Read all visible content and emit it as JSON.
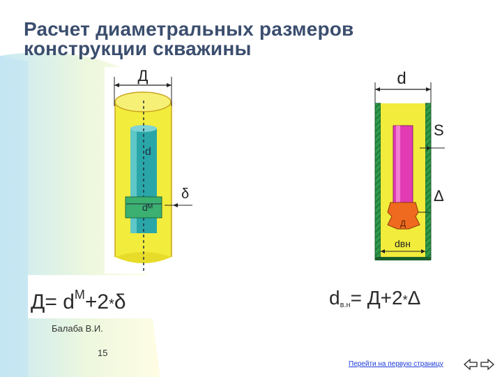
{
  "slide": {
    "title_line1": "Расчет диаметральных размеров",
    "title_line2": "конструкции скважины",
    "author": "Балаба В.И.",
    "page_number": "15",
    "nav_link": "Перейти на первую страницу"
  },
  "left_diagram": {
    "top_dimension": "Д",
    "pipe_label": "d",
    "coupling_label": "dᴹ",
    "gap_label": "δ",
    "formula_lhs": "Д",
    "formula_d": "d",
    "formula_sup": "М",
    "formula_tail": "+2",
    "formula_mult": "*",
    "formula_delta": "δ"
  },
  "right_diagram": {
    "top_dimension": "d",
    "wall_label": "S",
    "gap_label": "Δ",
    "bit_label": "Д",
    "inner_label": "dвн",
    "formula_d": "d",
    "formula_sub": "в.н",
    "formula_rhs": "Д+2",
    "formula_mult": "*",
    "formula_delta": "Δ"
  },
  "colors": {
    "title": "#3b4e6e",
    "yellow": "#f2ec3c",
    "teal": "#2aa6a9",
    "green_coupling": "#3bb070",
    "magenta": "#e23bb4",
    "orange": "#ef6a1e",
    "hatch_green": "#2f9a4a",
    "link": "#1b3bd6"
  }
}
